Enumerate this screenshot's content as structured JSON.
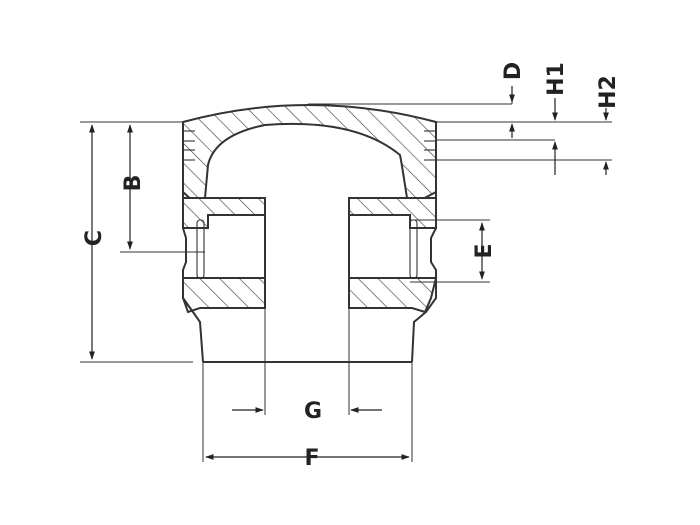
{
  "colors": {
    "line": "#333333",
    "label": "#222222",
    "background": "#ffffff"
  },
  "dimensions": {
    "A": "C",
    "B": "B",
    "D": "D",
    "H1": "H1",
    "H2": "H2",
    "E": "E",
    "G": "G",
    "F": "F"
  }
}
